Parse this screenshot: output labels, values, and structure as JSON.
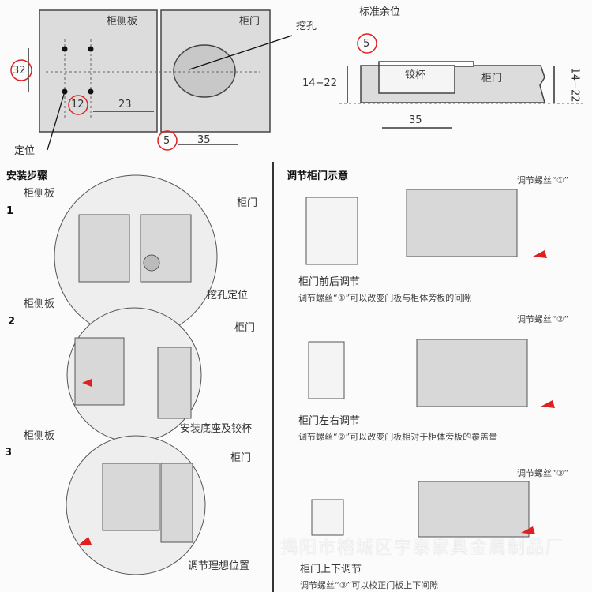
{
  "top_left": {
    "side_panel": "柜侧板",
    "door": "柜门",
    "dim_32": "32",
    "dim_12": "12",
    "dim_23": "23",
    "dim_5": "5",
    "dim_35": "35",
    "locate": "定位",
    "hole": "挖孔"
  },
  "top_right": {
    "standard_margin": "标准余位",
    "dim_5": "5",
    "cup": "铰杯",
    "door": "柜门",
    "thickness_left": "14−22",
    "thickness_right": "14−22",
    "dim_35": "35"
  },
  "install": {
    "title": "安装步骤",
    "step1": "1",
    "step1_side": "柜侧板",
    "step1_door": "柜门",
    "step1_hole": "挖孔定位",
    "step2": "2",
    "step2_side": "柜侧板",
    "step2_door": "柜门",
    "step2_caption": "安装底座及铰杯",
    "step3": "3",
    "step3_side": "柜侧板",
    "step3_door": "柜门",
    "step3_caption": "调节理想位置"
  },
  "adjust": {
    "title": "调节柜门示意",
    "items": [
      {
        "screw": "调节螺丝“①”",
        "title": "柜门前后调节",
        "desc": "调节螺丝“①”可以改变门板与柜体旁板的间隙"
      },
      {
        "screw": "调节螺丝“②”",
        "title": "柜门左右调节",
        "desc": "调节螺丝“②”可以改变门板相对于柜体旁板的覆盖量"
      },
      {
        "screw": "调节螺丝“③”",
        "title": "柜门上下调节",
        "desc": "调节螺丝“③”可以校正门板上下间隙"
      }
    ]
  },
  "watermark": "揭阳市榕城区宇泰家具金属制品厂",
  "colors": {
    "accent": "#e02020",
    "panel": "#dcdcdc",
    "line": "#444444"
  }
}
